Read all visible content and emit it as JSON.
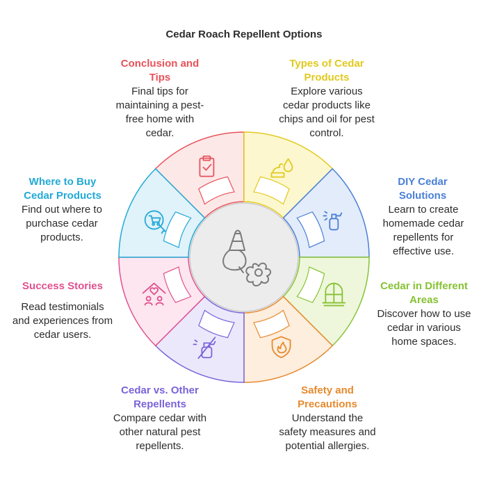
{
  "title": "Cedar Roach Repellent Options",
  "sections": [
    {
      "heading": "Conclusion and Tips",
      "description": "Final tips for maintaining a pest-free home with cedar.",
      "icon": "clipboard-check-icon",
      "color": "#e8525a",
      "fill": "#fde8e8"
    },
    {
      "heading": "Types of Cedar Products",
      "description": "Explore various cedar products like chips and oil for pest control.",
      "icon": "cedar-oil-drop-icon",
      "color": "#e1c91e",
      "fill": "#fdf7cf"
    },
    {
      "heading": "DIY Cedar Solutions",
      "description": "Learn to create homemade cedar repellents for effective use.",
      "icon": "spray-bottle-icon",
      "color": "#4a7fd6",
      "fill": "#e3ecfb"
    },
    {
      "heading": "Cedar in Different Areas",
      "description": "Discover how to use cedar in various home spaces.",
      "icon": "window-home-icon",
      "color": "#86c232",
      "fill": "#eef7dc"
    },
    {
      "heading": "Safety and Precautions",
      "description": "Understand the safety measures and potential allergies.",
      "icon": "fire-shield-icon",
      "color": "#e68a2e",
      "fill": "#fdeede"
    },
    {
      "heading": "Cedar vs. Other Repellents",
      "description": "Compare cedar with other natural pest repellents.",
      "icon": "no-spray-icon",
      "color": "#7a63d9",
      "fill": "#ebe8fb"
    },
    {
      "heading": "Success Stories",
      "description": "Read testimonials and experiences from cedar users.",
      "icon": "happy-home-icon",
      "color": "#e0508f",
      "fill": "#fde6ef"
    },
    {
      "heading": "Where to Buy Cedar Products",
      "description": "Find out where to purchase cedar products.",
      "icon": "shopping-cart-icon",
      "color": "#22a9d6",
      "fill": "#e0f2fa"
    }
  ],
  "center": {
    "icon": "cedar-roach-repellent-icon"
  }
}
